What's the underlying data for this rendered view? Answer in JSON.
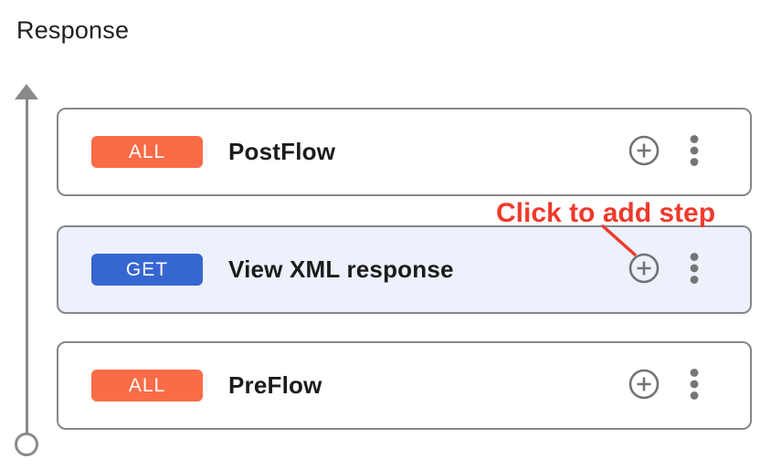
{
  "page": {
    "title": "Response"
  },
  "annotation": {
    "label": "Click to add step",
    "color": "#ee3a2c"
  },
  "flow": {
    "cards": [
      {
        "badge": "ALL",
        "badge_color": "#fa6c47",
        "title": "PostFlow",
        "highlighted": false
      },
      {
        "badge": "GET",
        "badge_color": "#3666d0",
        "title": "View XML response",
        "highlighted": true
      },
      {
        "badge": "ALL",
        "badge_color": "#fa6c47",
        "title": "PreFlow",
        "highlighted": false
      }
    ]
  },
  "icons": {
    "add_step": "plus-circle-icon",
    "card_menu": "kebab-menu-icon",
    "flow_direction": "arrow-up-icon",
    "flow_start": "circle-endpoint-icon"
  },
  "colors": {
    "badge_orange": "#fa6c47",
    "badge_blue": "#3666d0",
    "card_border": "#85878b",
    "highlight_background": "#ecf1fb",
    "icon_gray": "#707478",
    "arrow_gray": "#8a8a8a",
    "annotation_red": "#ee3a2c"
  }
}
